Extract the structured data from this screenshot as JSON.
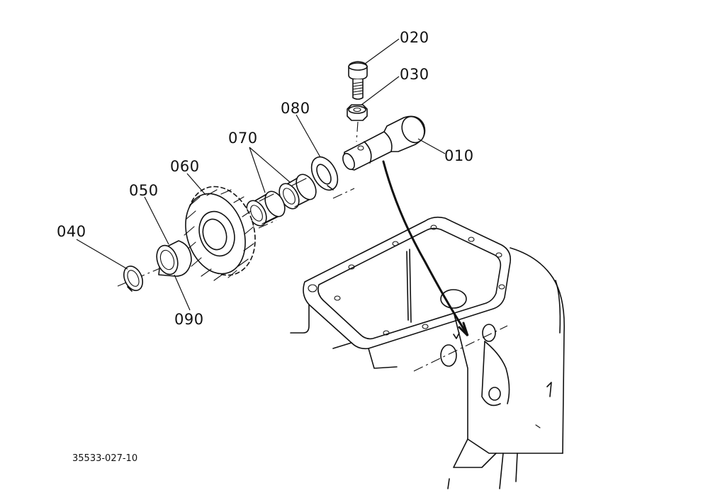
{
  "parts": [
    {
      "id": "p010",
      "label": "010"
    },
    {
      "id": "p020",
      "label": "020"
    },
    {
      "id": "p030",
      "label": "030"
    },
    {
      "id": "p040",
      "label": "040"
    },
    {
      "id": "p050",
      "label": "050"
    },
    {
      "id": "p060",
      "label": "060"
    },
    {
      "id": "p070",
      "label": "070"
    },
    {
      "id": "p080",
      "label": "080"
    },
    {
      "id": "p090",
      "label": "090"
    }
  ],
  "reference_number": "35533-027-10"
}
